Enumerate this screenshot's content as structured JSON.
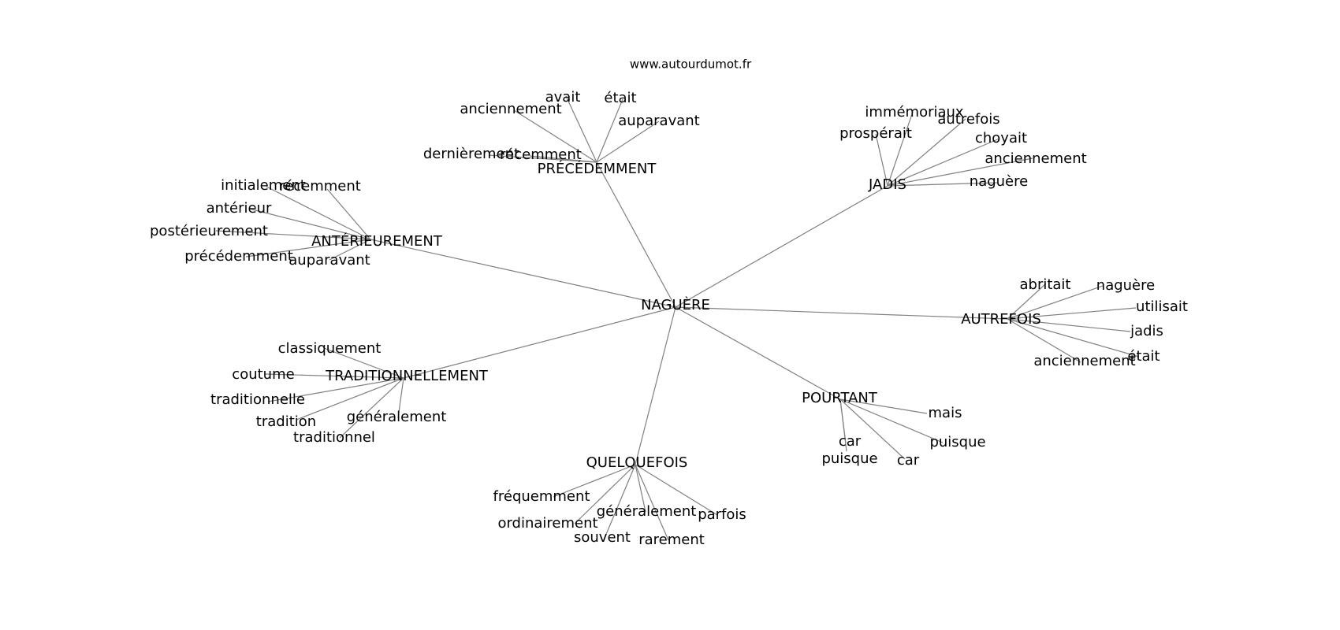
{
  "watermark": "www.autourdumot.fr",
  "center": "NAGUÈRE",
  "clusters": [
    {
      "id": "precedemment",
      "label": "PRÉCÉDEMMENT",
      "words": [
        "avait",
        "était",
        "anciennement",
        "auparavant",
        "dernièrement",
        "récemment"
      ]
    },
    {
      "id": "jadis",
      "label": "JADIS",
      "words": [
        "immémoriaux",
        "autrefois",
        "prospérait",
        "choyait",
        "anciennement",
        "naguère"
      ]
    },
    {
      "id": "anterieurement",
      "label": "ANTÉRIEUREMENT",
      "words": [
        "initialement",
        "récemment",
        "antérieur",
        "postérieurement",
        "précédemment",
        "auparavant"
      ]
    },
    {
      "id": "autrefois",
      "label": "AUTREFOIS",
      "words": [
        "abritait",
        "naguère",
        "utilisait",
        "jadis",
        "anciennement",
        "était"
      ]
    },
    {
      "id": "traditionnellement",
      "label": "TRADITIONNELLEMENT",
      "words": [
        "classiquement",
        "coutume",
        "traditionnelle",
        "tradition",
        "généralement",
        "traditionnel"
      ]
    },
    {
      "id": "pourtant",
      "label": "POURTANT",
      "words": [
        "mais",
        "puisque",
        "car",
        "puisque",
        "car"
      ]
    },
    {
      "id": "quelquefois",
      "label": "QUELQUEFOIS",
      "words": [
        "fréquemment",
        "ordinairement",
        "généralement",
        "parfois",
        "souvent",
        "rarement"
      ]
    }
  ]
}
